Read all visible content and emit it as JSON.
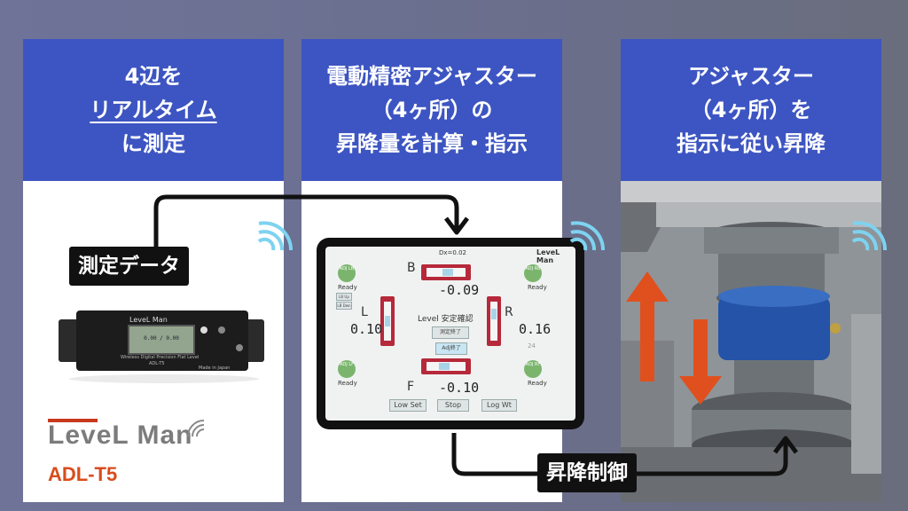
{
  "panels": [
    {
      "line1": "4辺を",
      "line2": "リアルタイム",
      "line3": "に測定"
    },
    {
      "line1": "電動精密アジャスター",
      "line2": "（4ヶ所）の",
      "line3": "昇降量を計算・指示"
    },
    {
      "line1": "アジャスター",
      "line2": "（4ヶ所）を",
      "line3": "指示に従い昇降"
    }
  ],
  "labels": {
    "measure_data": "測定データ",
    "lift_control": "昇降制御"
  },
  "brand": {
    "name": "LeveL Man",
    "model": "ADL-T5"
  },
  "device": {
    "logo": "LeveL Man",
    "lcd": "0.00 / 0.00",
    "desc": "Wireless Digital Precision Flat Level",
    "model": "ADL-T5",
    "made": "Made in Japan"
  },
  "tablet": {
    "header": "Dx=0.02",
    "logo": "LeveL Man",
    "B": "B",
    "L": "L",
    "R": "R",
    "F": "F",
    "val_B": "-0.09",
    "val_L": "0.10",
    "val_R": "0.16",
    "val_F": "-0.10",
    "stable": "Level 安定確認",
    "done": "測定終了",
    "adj_btn": "Adj終了",
    "low_set": "Low Set",
    "stop": "Stop",
    "log_w": "Log Wt",
    "adj_lb": "ADJ LB",
    "adj_rb": "ADJ RB",
    "adj_lf": "ADJ LF",
    "adj_rf": "ADJ RF",
    "ready": "Ready",
    "up": "LB Up",
    "dn": "LB Dwn",
    "num24": "24"
  },
  "colors": {
    "header_blue": "#3d55c2",
    "arrow_orange": "#e0501e",
    "wifi_blue": "#7dd3f0"
  }
}
